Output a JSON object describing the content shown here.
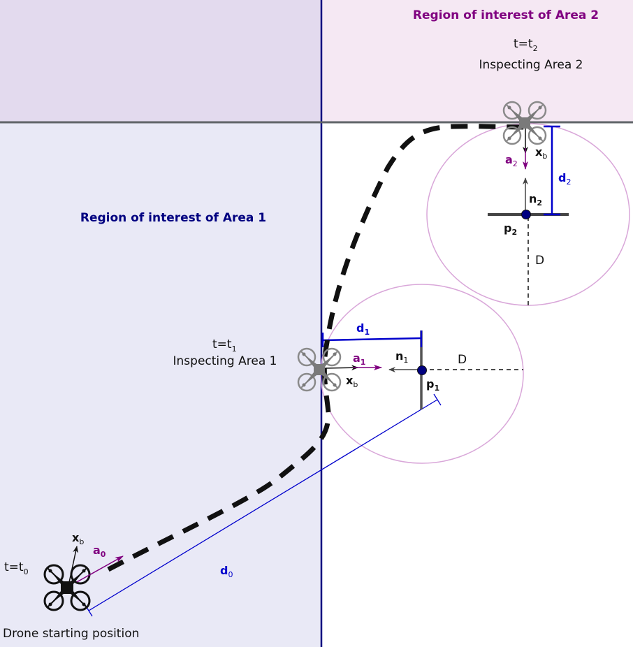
{
  "regions": {
    "area1_title": "Region of interest of Area 1",
    "area2_title": "Region of interest of Area 2"
  },
  "times": {
    "t0": {
      "base": "t=t",
      "sub": "0"
    },
    "t1": {
      "base": "t=t",
      "sub": "1"
    },
    "t2": {
      "base": "t=t",
      "sub": "2"
    }
  },
  "captions": {
    "inspect1": "Inspecting Area 1",
    "inspect2": "Inspecting Area 2",
    "start": "Drone starting position"
  },
  "symbols": {
    "x": "x",
    "x_sub": "b",
    "a": "a",
    "a0_sub": "0",
    "a1_sub": "1",
    "a2_sub": "2",
    "d": "d",
    "d0_sub": "0",
    "d1_sub": "1",
    "d2_sub": "2",
    "n": "n",
    "n1_sub": "1",
    "n2_sub": "2",
    "p": "p",
    "p1_sub": "1",
    "p2_sub": "2",
    "D": "D"
  },
  "colors": {
    "area1_bg": "#e9e9f6",
    "area1_top_bg": "#e3daee",
    "area2_bg": "#f5e8f3",
    "navy": "#000080",
    "purple": "#800080",
    "blue": "#0000cc",
    "circle": "#d9a7d9",
    "gray_line": "#606468"
  },
  "icons": [
    "quadcopter-drone-icon"
  ]
}
